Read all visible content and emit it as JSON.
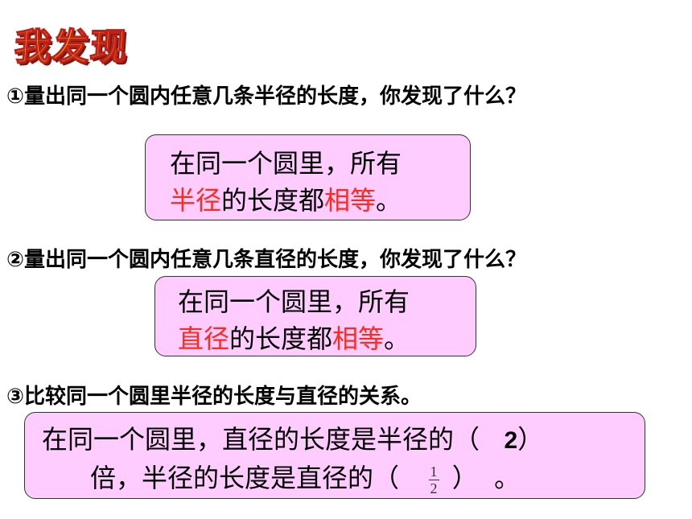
{
  "title": "我发现",
  "questions": [
    "①量出同一个圆内任意几条半径的长度，你发现了什么？",
    "②量出同一个圆内任意几条直径的长度，你发现了什么？",
    "③比较同一个圆里半径的长度与直径的关系。"
  ],
  "box1": {
    "line1": "在同一个圆里，所有",
    "line2_red_a": "半径",
    "line2_mid": "的长度都",
    "line2_red_b": "相等",
    "line2_end": "。"
  },
  "box2": {
    "line1": "在同一个圆里，所有",
    "line2_red_a": "直径",
    "line2_mid": "的长度都",
    "line2_red_b": "相等",
    "line2_end": "。"
  },
  "box3": {
    "line1_a": "在同一个圆里，直径的长度是半径的（",
    "answer1": "2",
    "line1_b": "）",
    "line2_a": "倍，半径的长度是直径的（",
    "frac_num": "1",
    "frac_den": "2",
    "line2_b": "）",
    "line2_end": "。"
  },
  "colors": {
    "highlight": "#ff2a1a",
    "box_fill": "#ffccff",
    "title_fill": "#ffd21a"
  }
}
